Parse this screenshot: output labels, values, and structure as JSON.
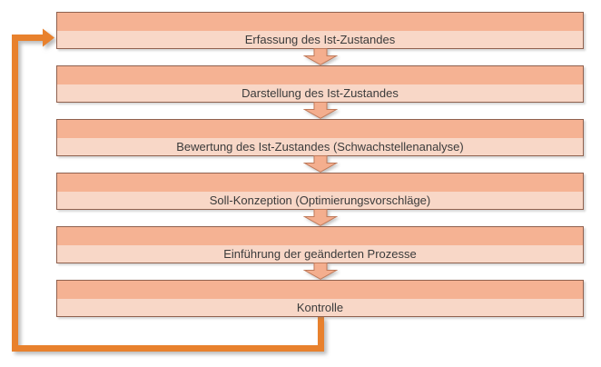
{
  "flowchart": {
    "steps": [
      {
        "label": "Erfassung des Ist-Zustandes"
      },
      {
        "label": "Darstellung des Ist-Zustandes"
      },
      {
        "label": "Bewertung des Ist-Zustandes (Schwachstellenanalyse)"
      },
      {
        "label": "Soll-Konzeption (Optimierungsvorschläge)"
      },
      {
        "label": "Einführung der geänderten Prozesse"
      },
      {
        "label": "Kontrolle"
      }
    ],
    "connectors": {
      "between_steps_icon": "block-arrow-down-icon",
      "feedback_icon": "elbow-feedback-arrow-icon"
    },
    "colors": {
      "band_dark": "#f5b293",
      "band_light": "#f8d7c7",
      "box_border": "#8f614f",
      "arrow_fill": "#f4ae8e",
      "arrow_stroke": "#c07a5a",
      "loop_orange": "#e8812d",
      "text": "#3b3b3b"
    }
  }
}
